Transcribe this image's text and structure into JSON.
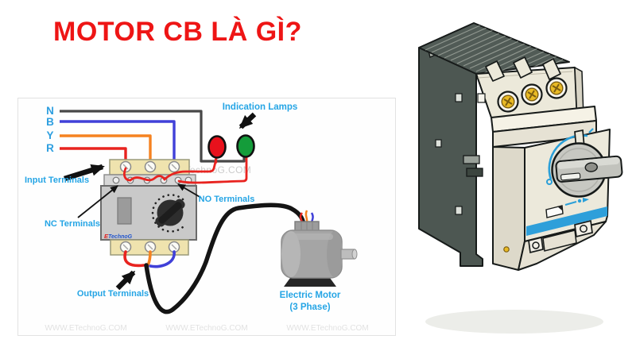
{
  "title": "MOTOR CB LÀ GÌ?",
  "diagram": {
    "wires": [
      "N",
      "B",
      "Y",
      "R"
    ],
    "labels": {
      "input_terminals": "Input Terminals",
      "indication_lamps": "Indication Lamps",
      "nc_terminals": "NC Terminals",
      "no_terminals": "NO Terminals",
      "output_terminals": "Output Terminals"
    },
    "motor": {
      "line1": "Electric Motor",
      "line2": "(3 Phase)"
    },
    "watermark": "WWW.ETechnoG.COM",
    "logo": {
      "prefix": "E",
      "suffix": "TechnoG"
    }
  },
  "colors": {
    "title_red": "#ee1515",
    "label_cyan": "#25a5e5",
    "wire_black": "#474747",
    "wire_blue": "#4040d8",
    "wire_orange": "#f58220",
    "wire_red": "#e8231f",
    "lamp_red": "#e8111c",
    "lamp_green": "#149c3a",
    "terminal_beige": "#efe3ae",
    "device_gray": "#c9c9c9",
    "breaker_cream": "#ece9da",
    "breaker_dark": "#4d5752",
    "breaker_blue": "#2e9fda",
    "screw_yellow": "#e9ba25"
  }
}
